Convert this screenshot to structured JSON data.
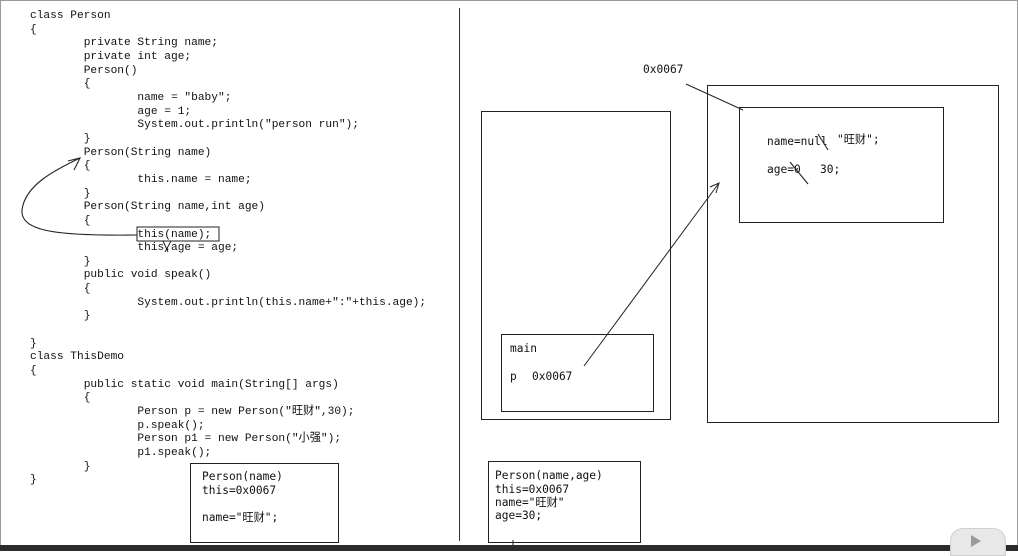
{
  "code_lines": [
    "class Person",
    "{",
    "        private String name;",
    "        private int age;",
    "        Person()",
    "        {",
    "                name = \"baby\";",
    "                age = 1;",
    "                System.out.println(\"person run\");",
    "        }",
    "        Person(String name)",
    "        {",
    "                this.name = name;",
    "        }",
    "        Person(String name,int age)",
    "        {",
    "                this(name);",
    "                this.age = age;",
    "        }",
    "        public void speak()",
    "        {",
    "                System.out.println(this.name+\":\"+this.age);",
    "        }",
    "",
    "}",
    "class ThisDemo",
    "{",
    "        public static void main(String[] args)",
    "        {",
    "                Person p = new Person(\"旺财\",30);",
    "                p.speak();",
    "                Person p1 = new Person(\"小强\");",
    "                p1.speak();",
    "        }",
    "}"
  ],
  "stack_frames": {
    "person_name": {
      "line1": "Person(name)",
      "line2": "this=0x0067",
      "line3": "name=\"旺财\";"
    },
    "person_name_age": {
      "line1": "Person(name,age)",
      "line2": "this=0x0067",
      "line3": "name=\"旺财\"",
      "line4": "age=30;"
    },
    "main": {
      "title": "main",
      "var_name": "p",
      "var_value": "0x0067"
    }
  },
  "heap_object": {
    "address": "0x0067",
    "name_field": "name=null",
    "name_value": "\"旺财\";",
    "age_field": "age=0",
    "age_value": "30;"
  },
  "colors": {
    "line": "#222222",
    "background": "#ffffff"
  }
}
